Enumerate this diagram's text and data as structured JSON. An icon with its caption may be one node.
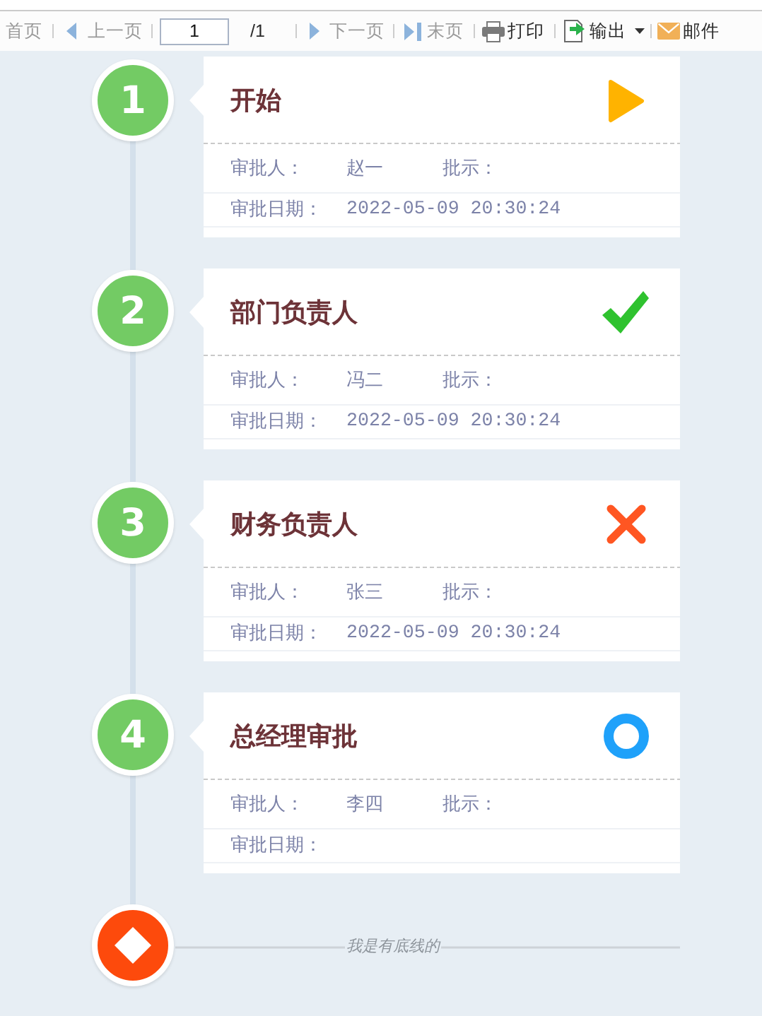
{
  "diagram": {
    "nodes": [
      {
        "text": [
          "1"
        ]
      },
      {
        "text": [
          "开始",
          "审批人：",
          "赵一",
          "批示：",
          "审批日期：",
          "2022-05-09 20:30:24"
        ]
      },
      {
        "text": [
          "2"
        ]
      },
      {
        "text": [
          "部门负责人",
          "审批人：",
          "冯二",
          "批示：",
          "审批日期：",
          "2022-05-09 20:30:24"
        ]
      },
      {
        "text": [
          "3"
        ]
      },
      {
        "text": [
          "财务负责人",
          "审批人：",
          "张三",
          "批示：",
          "审批日期：",
          "2022-05-09 20:30:24"
        ]
      },
      {
        "text": [
          "4"
        ]
      },
      {
        "text": [
          "总经理审批",
          "审批人：",
          "李四",
          "批示：",
          "审批日期："
        ]
      },
      {
        "text": [],
        "shape": "circle"
      }
    ],
    "edges": [
      {
        "from": 0,
        "to": 2,
        "arrow": "none"
      },
      {
        "from": 2,
        "to": 4,
        "arrow": "none"
      },
      {
        "from": 4,
        "to": 6,
        "arrow": "none"
      },
      {
        "from": 6,
        "to": 8,
        "arrow": "none"
      }
    ],
    "labels": [
      "首页",
      "上一页",
      "1",
      "/1",
      "下一页",
      "末页",
      "打印",
      "输出",
      "邮件",
      "我是有底线的"
    ]
  }
}
